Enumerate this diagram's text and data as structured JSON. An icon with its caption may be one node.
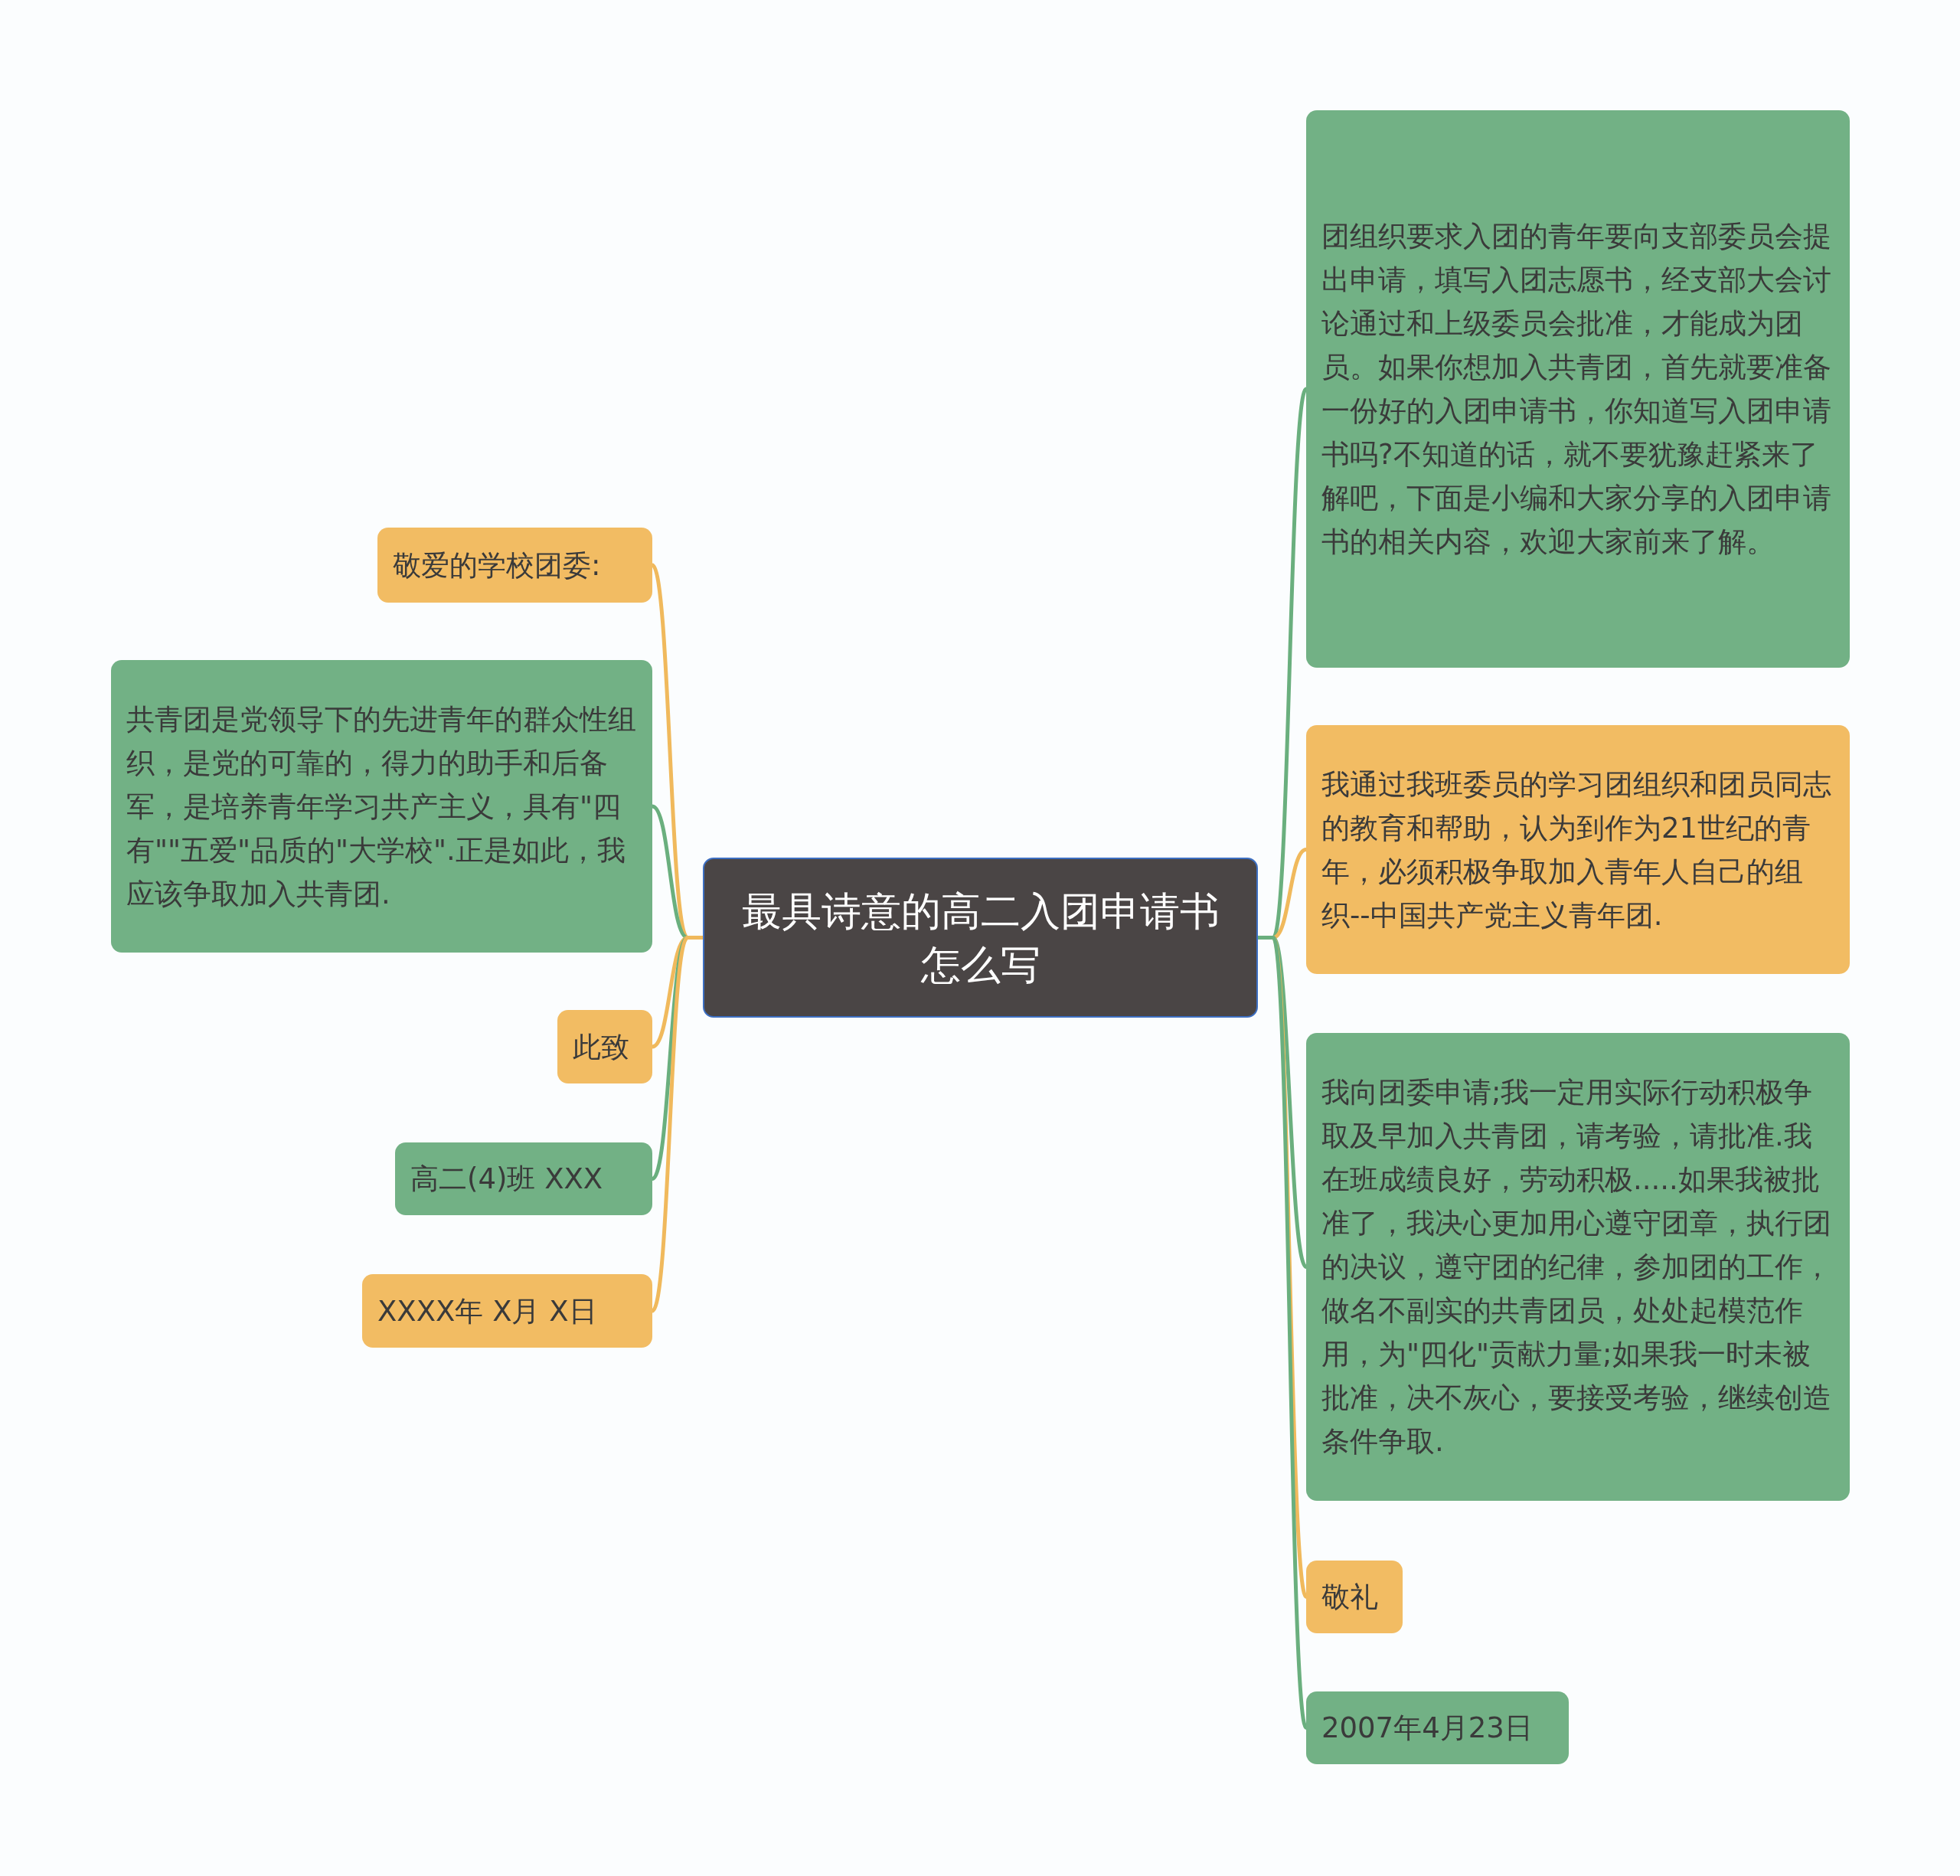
{
  "diagram": {
    "nodes": [
      {
        "text": [
          "最具诗意的高二入团申请书怎么写"
        ]
      },
      {
        "text": [
          "敬爱的学校团委:"
        ]
      },
      {
        "text": [
          "共青团是党领导下的先进青年的群众性组织，是党的可靠的，得力的助手和后备军，是培养青年学习共产主义，具有\"四有\"\"五爱\"品质的\"大学校\".正是如此，我应该争取加入共青团."
        ]
      },
      {
        "text": [
          "此致"
        ]
      },
      {
        "text": [
          "高二(4)班 XXX"
        ]
      },
      {
        "text": [
          "XXXX年 X月 X日"
        ]
      },
      {
        "text": [
          "团组织要求入团的青年要向支部委员会提出申请，填写入团志愿书，经支部大会讨论通过和上级委员会批准，才能成为团员。如果你想加入共青团，首先就要准备一份好的入团申请书，你知道写入团申请书吗?不知道的话，就不要犹豫赶紧来了解吧，下面是小编和大家分享的入团申请书的相关内容，欢迎大家前来了解。"
        ]
      },
      {
        "text": [
          "我通过我班委员的学习团组织和团员同志的教育和帮助，认为到作为21世纪的青年，必须积极争取加入青年人自己的组织--中国共产党主义青年团."
        ]
      },
      {
        "text": [
          "我向团委申请;我一定用实际行动积极争取及早加入共青团，请考验，请批准.我在班成绩良好，劳动积极.....如果我被批准了，我决心更加用心遵守团章，执行团的决议，遵守团的纪律，参加团的工作，做名不副实的共青团员，处处起模范作用，为\"四化\"贡献力量;如果我一时未被批准，决不灰心，要接受考验，继续创造条件争取."
        ]
      },
      {
        "text": [
          "敬礼"
        ]
      },
      {
        "text": [
          "2007年4月23日"
        ]
      }
    ],
    "edges": [
      {
        "from": 0,
        "to": 1,
        "arrow": "none",
        "color": "#f0b95c"
      },
      {
        "from": 0,
        "to": 2,
        "arrow": "none",
        "color": "#6aaf7e"
      },
      {
        "from": 0,
        "to": 3,
        "arrow": "none",
        "color": "#f0b95c"
      },
      {
        "from": 0,
        "to": 4,
        "arrow": "none",
        "color": "#6aaf7e"
      },
      {
        "from": 0,
        "to": 5,
        "arrow": "none",
        "color": "#f0b95c"
      },
      {
        "from": 0,
        "to": 6,
        "arrow": "none",
        "color": "#6aaf7e"
      },
      {
        "from": 0,
        "to": 7,
        "arrow": "none",
        "color": "#f0b95c"
      },
      {
        "from": 0,
        "to": 8,
        "arrow": "none",
        "color": "#6aaf7e"
      },
      {
        "from": 0,
        "to": 9,
        "arrow": "none",
        "color": "#f0b95c"
      },
      {
        "from": 0,
        "to": 10,
        "arrow": "none",
        "color": "#6aaf7e"
      }
    ]
  }
}
